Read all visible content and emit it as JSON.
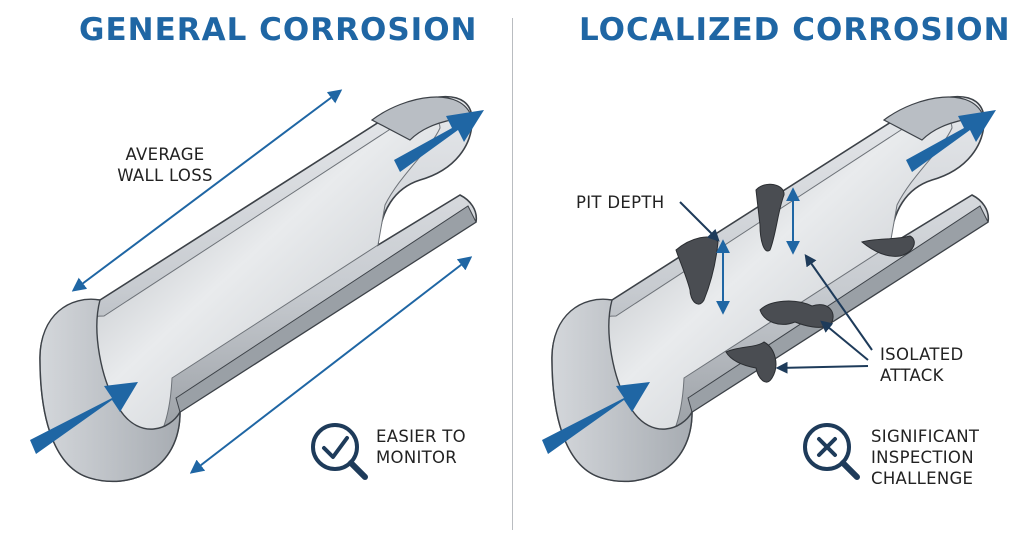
{
  "left_panel": {
    "title": "GENERAL CORROSION",
    "wall_loss_label": "AVERAGE\nWALL LOSS",
    "monitor_label": "EASIER TO\nMONITOR",
    "monitor_icon": "magnifier-check-icon"
  },
  "right_panel": {
    "title": "LOCALIZED CORROSION",
    "pit_depth_label": "PIT DEPTH",
    "isolated_label": "ISOLATED\nATTACK",
    "challenge_label": "SIGNIFICANT\nINSPECTION\nCHALLENGE",
    "challenge_icon": "magnifier-cross-icon"
  },
  "colors": {
    "accent": "#1f66a4",
    "pipe": "#c9cdd2",
    "pit": "#4a4d52",
    "text": "#222222"
  }
}
